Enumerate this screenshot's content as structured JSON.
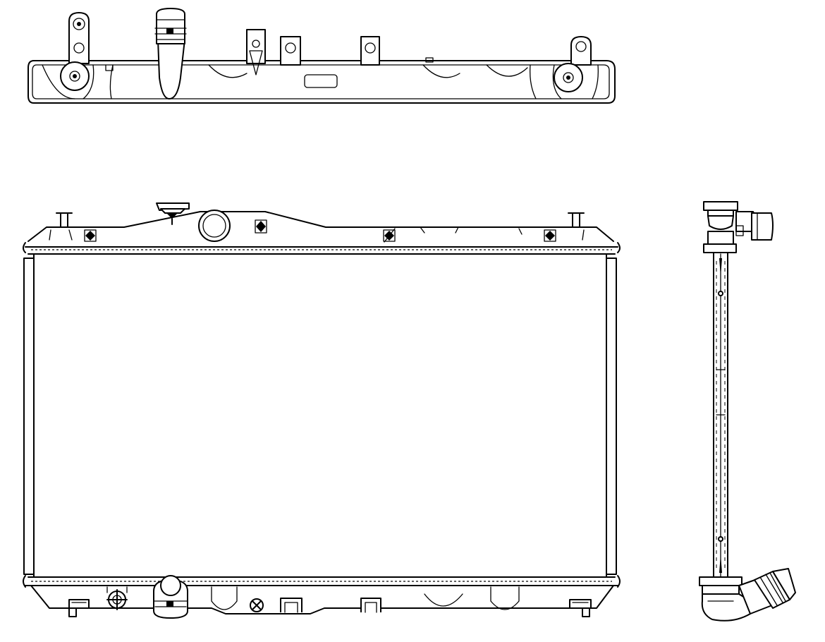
{
  "drawing": {
    "views": [
      {
        "id": "top",
        "kind": "top-view"
      },
      {
        "id": "front",
        "kind": "front-view"
      },
      {
        "id": "side",
        "kind": "side-view"
      }
    ],
    "colors": {
      "line": "#000000",
      "background": "#ffffff"
    }
  }
}
